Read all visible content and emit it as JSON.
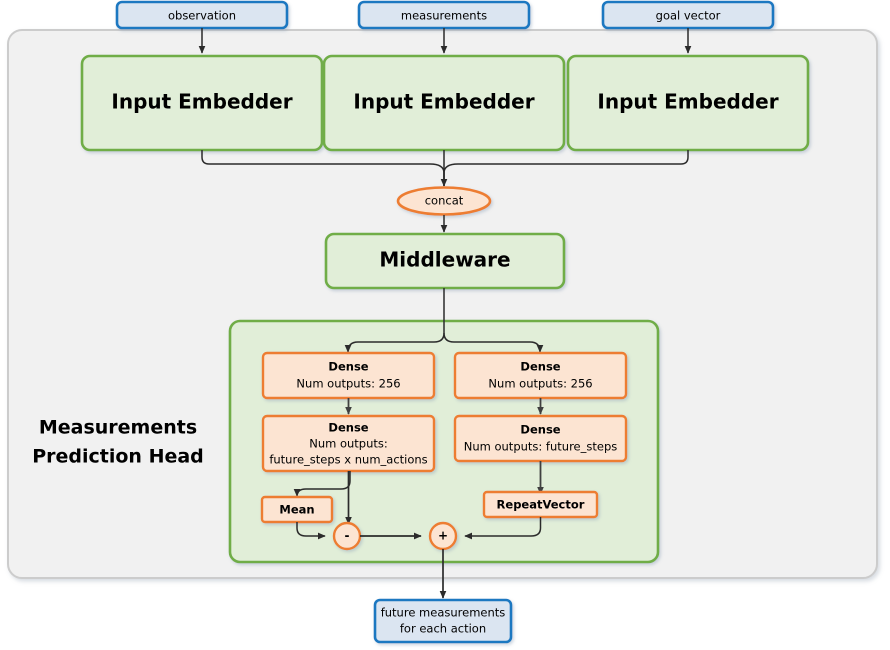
{
  "diagram": {
    "title": "Measurements Prediction Head",
    "colors": {
      "input_fill": "#dbe5f1",
      "input_stroke": "#1f78c1",
      "embedder_fill": "#e1eed8",
      "embedder_stroke": "#70ad47",
      "group_fill": "#f1f1f1",
      "group_stroke": "#cfcfcf",
      "head_fill": "#e1eed8",
      "head_stroke": "#70ad47",
      "dense_fill": "#fce4d2",
      "dense_stroke": "#ed7d31",
      "op_fill": "#fce4d2",
      "op_stroke": "#ed7d31",
      "arrow": "#404040"
    },
    "inputs": [
      {
        "label": "observation"
      },
      {
        "label": "measurements"
      },
      {
        "label": "goal vector"
      }
    ],
    "embedders": [
      {
        "label": "Input Embedder"
      },
      {
        "label": "Input Embedder"
      },
      {
        "label": "Input Embedder"
      }
    ],
    "concat": {
      "label": "concat"
    },
    "middleware": {
      "label": "Middleware"
    },
    "head": {
      "title_line1": "Measurements",
      "title_line2": "Prediction Head",
      "left_branch": {
        "dense1_title": "Dense",
        "dense1_sub": "Num outputs: 256",
        "dense2_title": "Dense",
        "dense2_sub_line1": "Num outputs:",
        "dense2_sub_line2": "future_steps x num_actions",
        "mean_label": "Mean",
        "op_label": "-"
      },
      "right_branch": {
        "dense1_title": "Dense",
        "dense1_sub": "Num outputs: 256",
        "dense2_title": "Dense",
        "dense2_sub": "Num outputs: future_steps",
        "repeat_label": "RepeatVector"
      },
      "merge_op_label": "+"
    },
    "output": {
      "line1": "future measurements",
      "line2": "for each action"
    }
  }
}
